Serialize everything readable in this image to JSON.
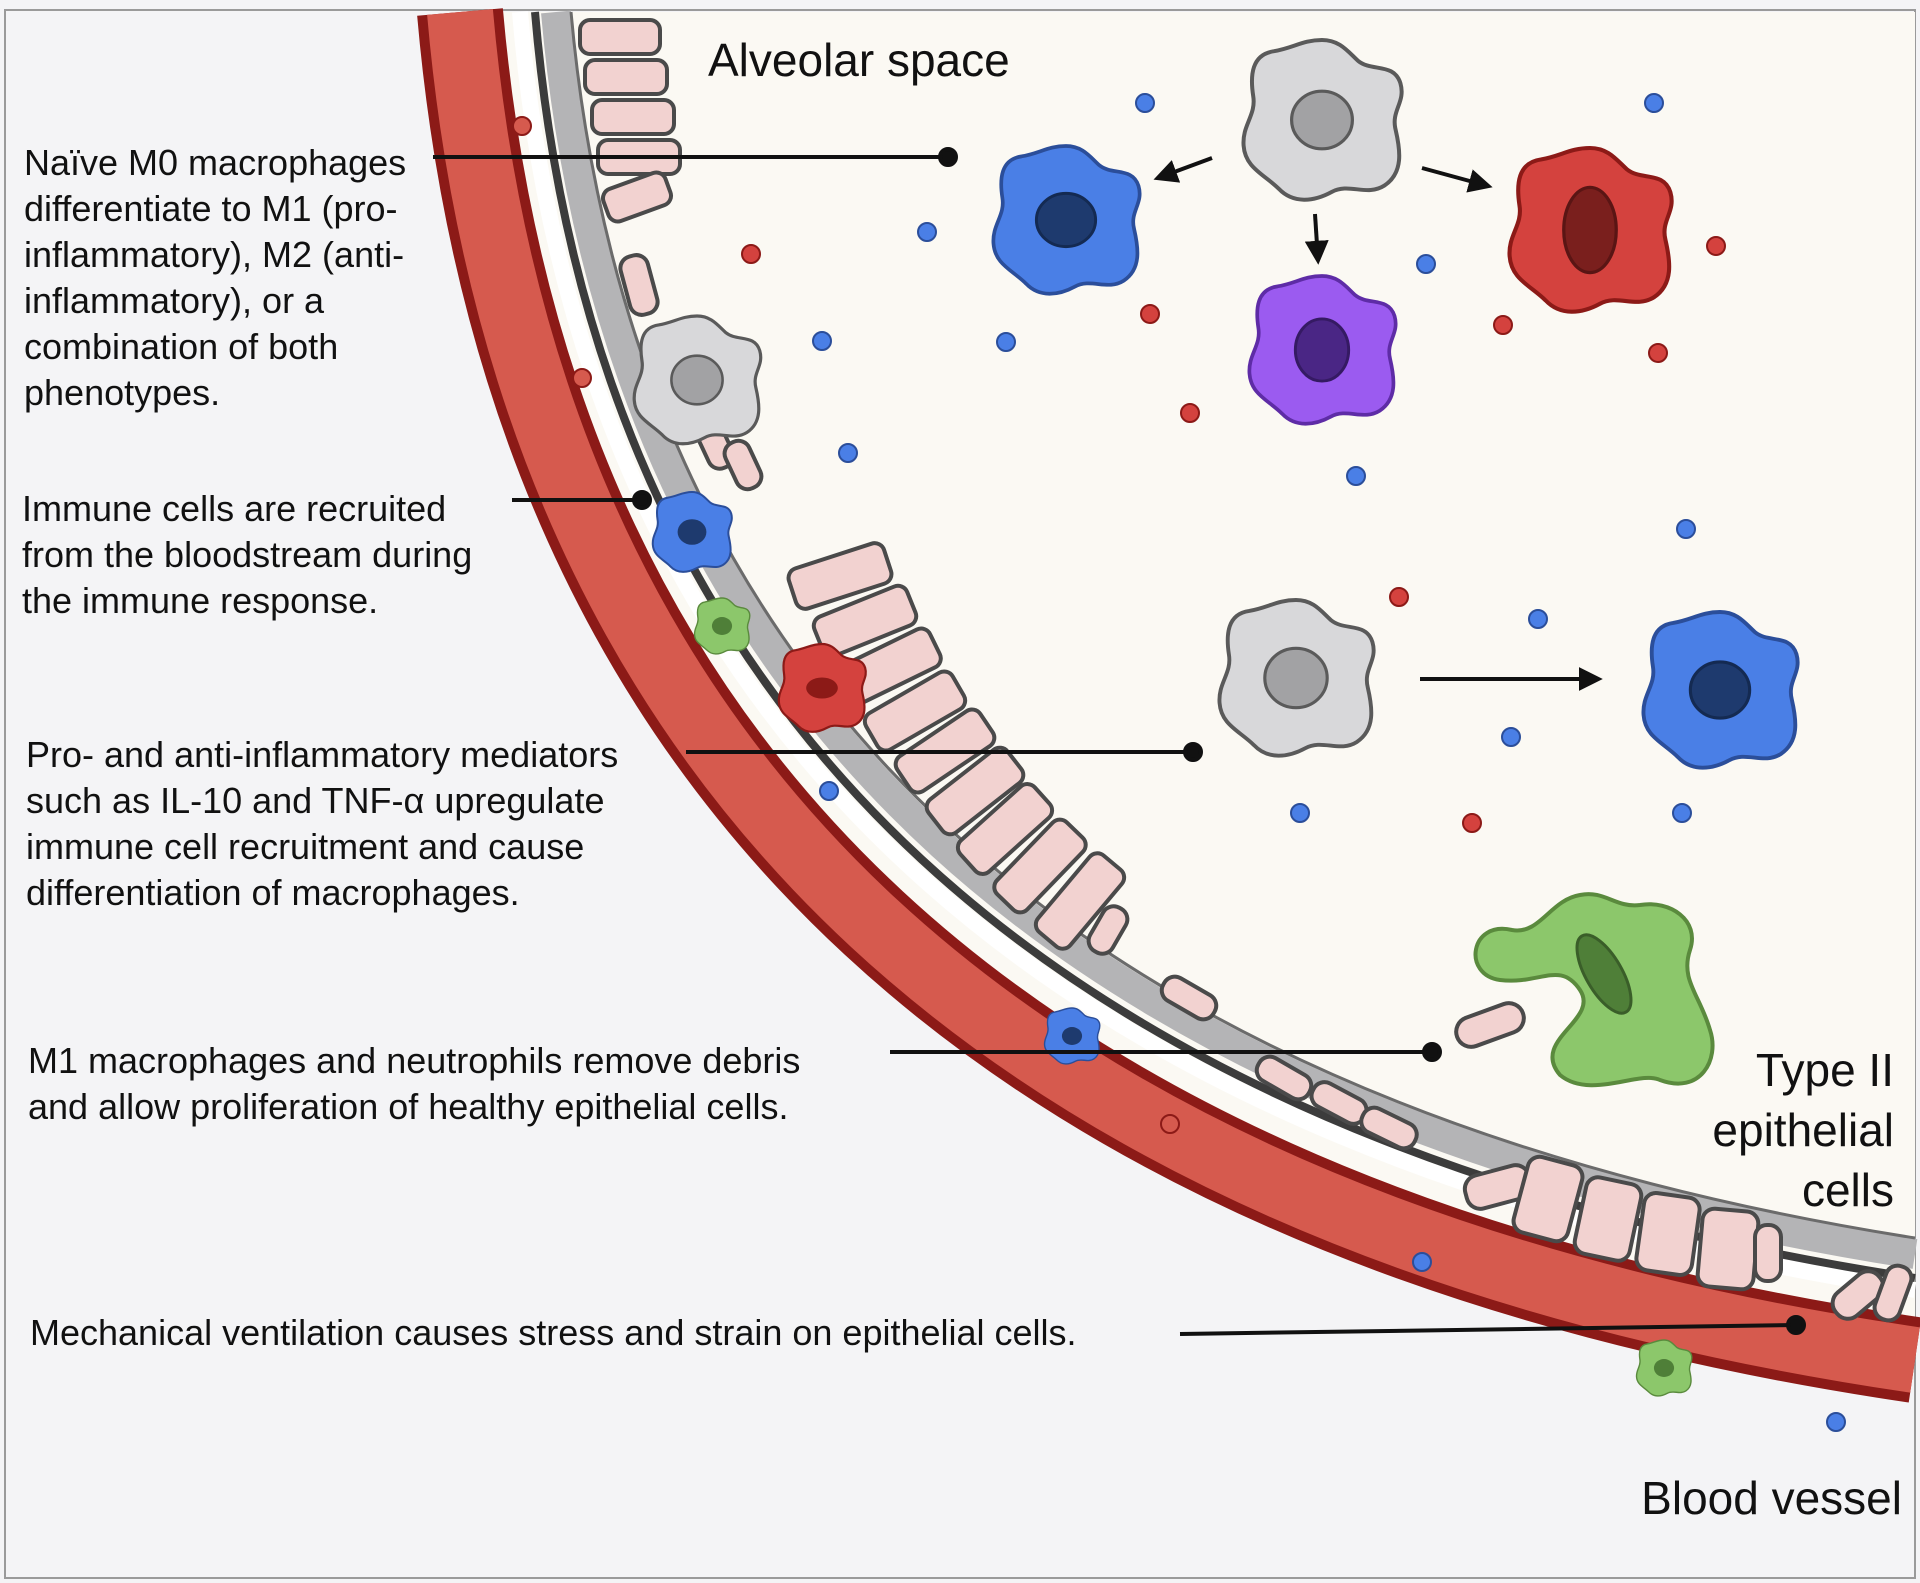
{
  "colors": {
    "background": "#f4f4f6",
    "alveolar_space": "#fbf9f3",
    "membrane": "#b4b4b6",
    "vessel_wall": "#d65a4e",
    "vessel_edge": "#8c1a17",
    "epithelial_cell": "#f2d2d0",
    "m0_macrophage": "#d8d8da",
    "m1_macrophage": "#d4423e",
    "m2_macrophage": "#4a7fe6",
    "mixed_macrophage": "#9b5bf0",
    "neutrophil": "#8cc76b",
    "pro_inflammatory_dot": "#d4423e",
    "anti_inflammatory_dot": "#4a7fe6"
  },
  "regions": {
    "alveolar_space": "Alveolar space",
    "type2_cells": [
      "Type II",
      "epithelial",
      "cells"
    ],
    "blood_vessel": "Blood vessel"
  },
  "annotations": [
    {
      "id": "differentiation",
      "lines": [
        "Naïve M0 macrophages",
        "differentiate to M1 (pro-",
        "inflammatory), M2 (anti-",
        "inflammatory), or a",
        "combination of both",
        "phenotypes."
      ]
    },
    {
      "id": "recruitment",
      "lines": [
        "Immune cells are recruited",
        "from the bloodstream during",
        "the immune response."
      ]
    },
    {
      "id": "mediators",
      "lines": [
        "Pro- and anti-inflammatory mediators",
        "such as IL-10 and TNF-α upregulate",
        "immune cell recruitment and cause",
        "differentiation of macrophages."
      ]
    },
    {
      "id": "debris",
      "lines": [
        "M1 macrophages and neutrophils remove debris",
        "and allow proliferation of healthy epithelial cells."
      ]
    },
    {
      "id": "ventilation",
      "lines": [
        "Mechanical ventilation causes stress and strain on epithelial cells."
      ]
    }
  ]
}
